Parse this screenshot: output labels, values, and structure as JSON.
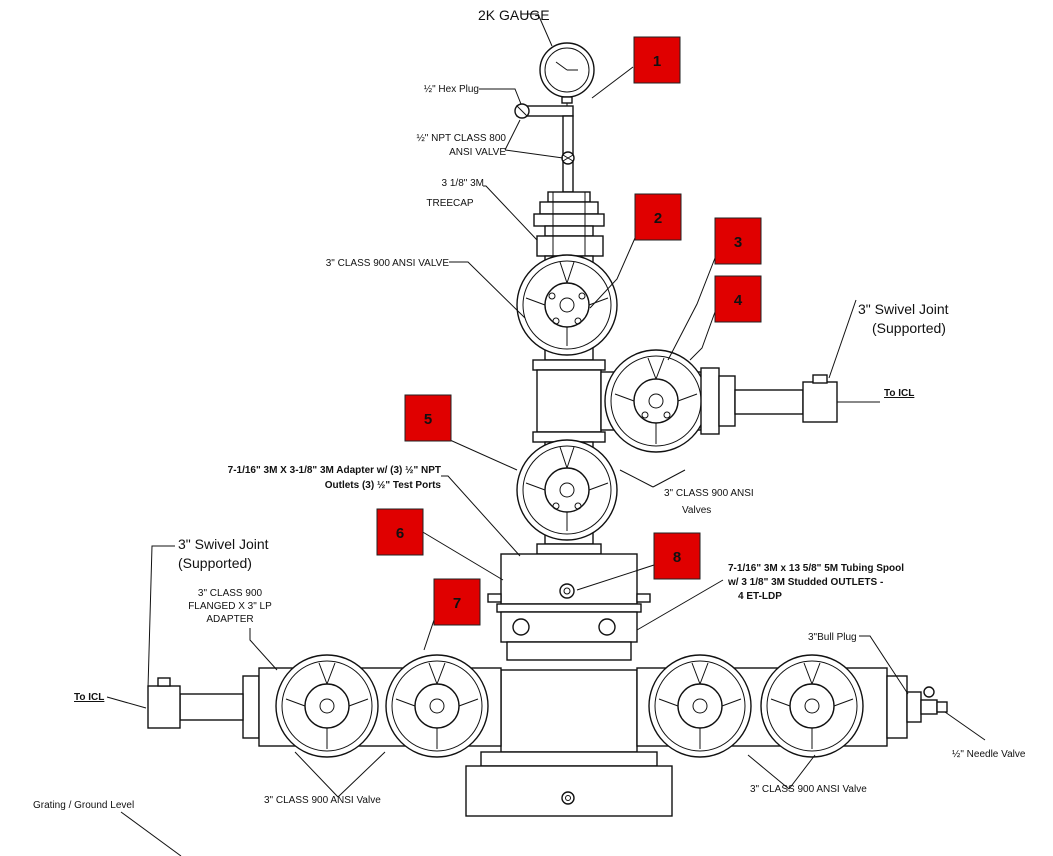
{
  "labels": {
    "gauge": "2K GAUGE",
    "hex_plug": "½\" Hex Plug",
    "npt_valve_1": "½\" NPT CLASS 800",
    "npt_valve_2": "ANSI VALVE",
    "treecap_1": "3 1/8\" 3M",
    "treecap_2": "TREECAP",
    "class900_valve": "3\" CLASS 900 ANSI VALVE",
    "swivel_right_1": "3\" Swivel Joint",
    "swivel_right_2": "(Supported)",
    "to_icl_right": "To ICL",
    "adapter_1": "7-1/16\" 3M X 3-1/8\" 3M Adapter w/ (3) ½\" NPT",
    "adapter_2": "Outlets (3) ½\" Test Ports",
    "valves_mid_1": "3\" CLASS 900 ANSI",
    "valves_mid_2": "Valves",
    "swivel_left_1": "3\" Swivel Joint",
    "swivel_left_2": "(Supported)",
    "flanged_1": "3\" CLASS 900",
    "flanged_2": "FLANGED X 3\" LP",
    "flanged_3": "ADAPTER",
    "tubing_1": "7-1/16\" 3M x 13 5/8\" 5M Tubing Spool",
    "tubing_2": "w/ 3 1/8\" 3M  Studded OUTLETS -",
    "tubing_3": "4 ET-LDP",
    "bull_plug": "3\"Bull Plug",
    "to_icl_left": "To ICL",
    "needle_valve": "½\" Needle Valve",
    "valve_bottom_left": "3\" CLASS 900 ANSI Valve",
    "valve_bottom_right": "3\" CLASS 900 ANSI Valve",
    "ground": "Grating / Ground Level"
  },
  "badges": [
    "1",
    "2",
    "3",
    "4",
    "5",
    "6",
    "7",
    "8"
  ],
  "colors": {
    "badge_fill": "#e00000",
    "line": "#111111",
    "background": "#ffffff"
  }
}
